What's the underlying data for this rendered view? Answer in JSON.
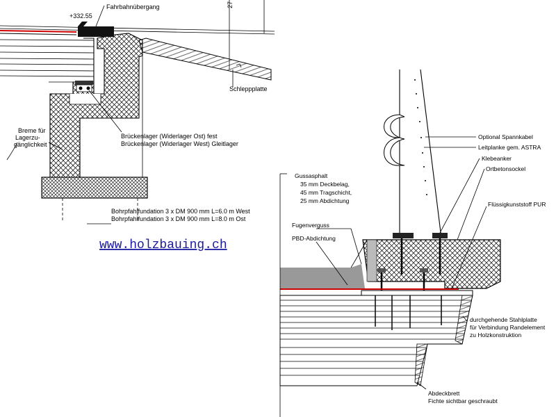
{
  "left_detail": {
    "elevation": "+332.55",
    "dim_label": "27",
    "expansion_joint": "Fahrbahnübergang",
    "approach_slab": "Schleppplatte",
    "brake": [
      "Breme für",
      "Lagerzu-",
      "gänglichkeit"
    ],
    "bearing": [
      "Brückenlager (Widerlager Ost) fest",
      "Brückenlager (Widerlager West) Gleitlager"
    ],
    "foundation": [
      "Bohrpfahlfundation 3 x DM 900 mm L=6.0 m West",
      "Bohrpfahlfundation 3 x DM 900 mm L=8.0 m Ost"
    ]
  },
  "website": "www.holzbauing.ch",
  "right_detail": {
    "asphalt": [
      "Gussasphalt",
      "35 mm Deckbelag,",
      "45 mm Tragschicht,",
      "25 mm Abdichtung"
    ],
    "joint_grout": "Fugenverguss",
    "pbd_seal": "PBD-Abdichtung",
    "cable": "Optional Spannkabel",
    "guardrail": "Leitplanke gem. ASTRA",
    "anchor": "Klebeanker",
    "base": "Ortbetonsockel",
    "coating": "Flüssigkunststoff PUR",
    "steel_plate": [
      "durchgehende Stahlplatte",
      "für Verbindung Randelement",
      "zu Holzkonstruktion"
    ],
    "cover_board": [
      "Abdeckbrett",
      "Fichte sichtbar geschraubt"
    ]
  },
  "colors": {
    "seal_line": "#d00000",
    "link": "#1a1aa0"
  }
}
